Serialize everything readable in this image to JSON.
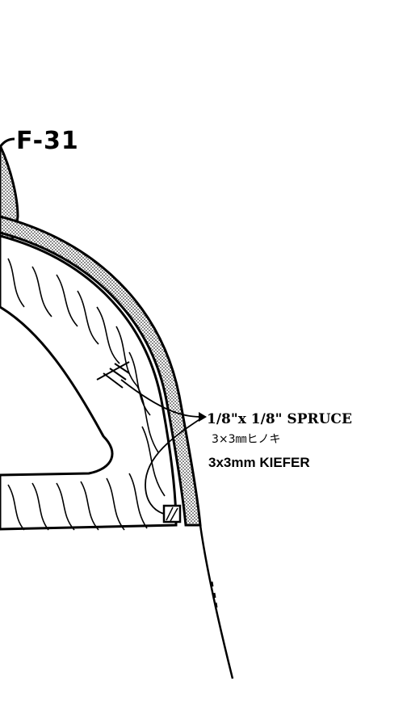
{
  "part_label": "F-31",
  "callout": {
    "line_en": "1/8\"x 1/8\" SPRUCE",
    "line_jp": "3×3㎜ヒノキ",
    "line_de": "3x3mm KIEFER"
  }
}
